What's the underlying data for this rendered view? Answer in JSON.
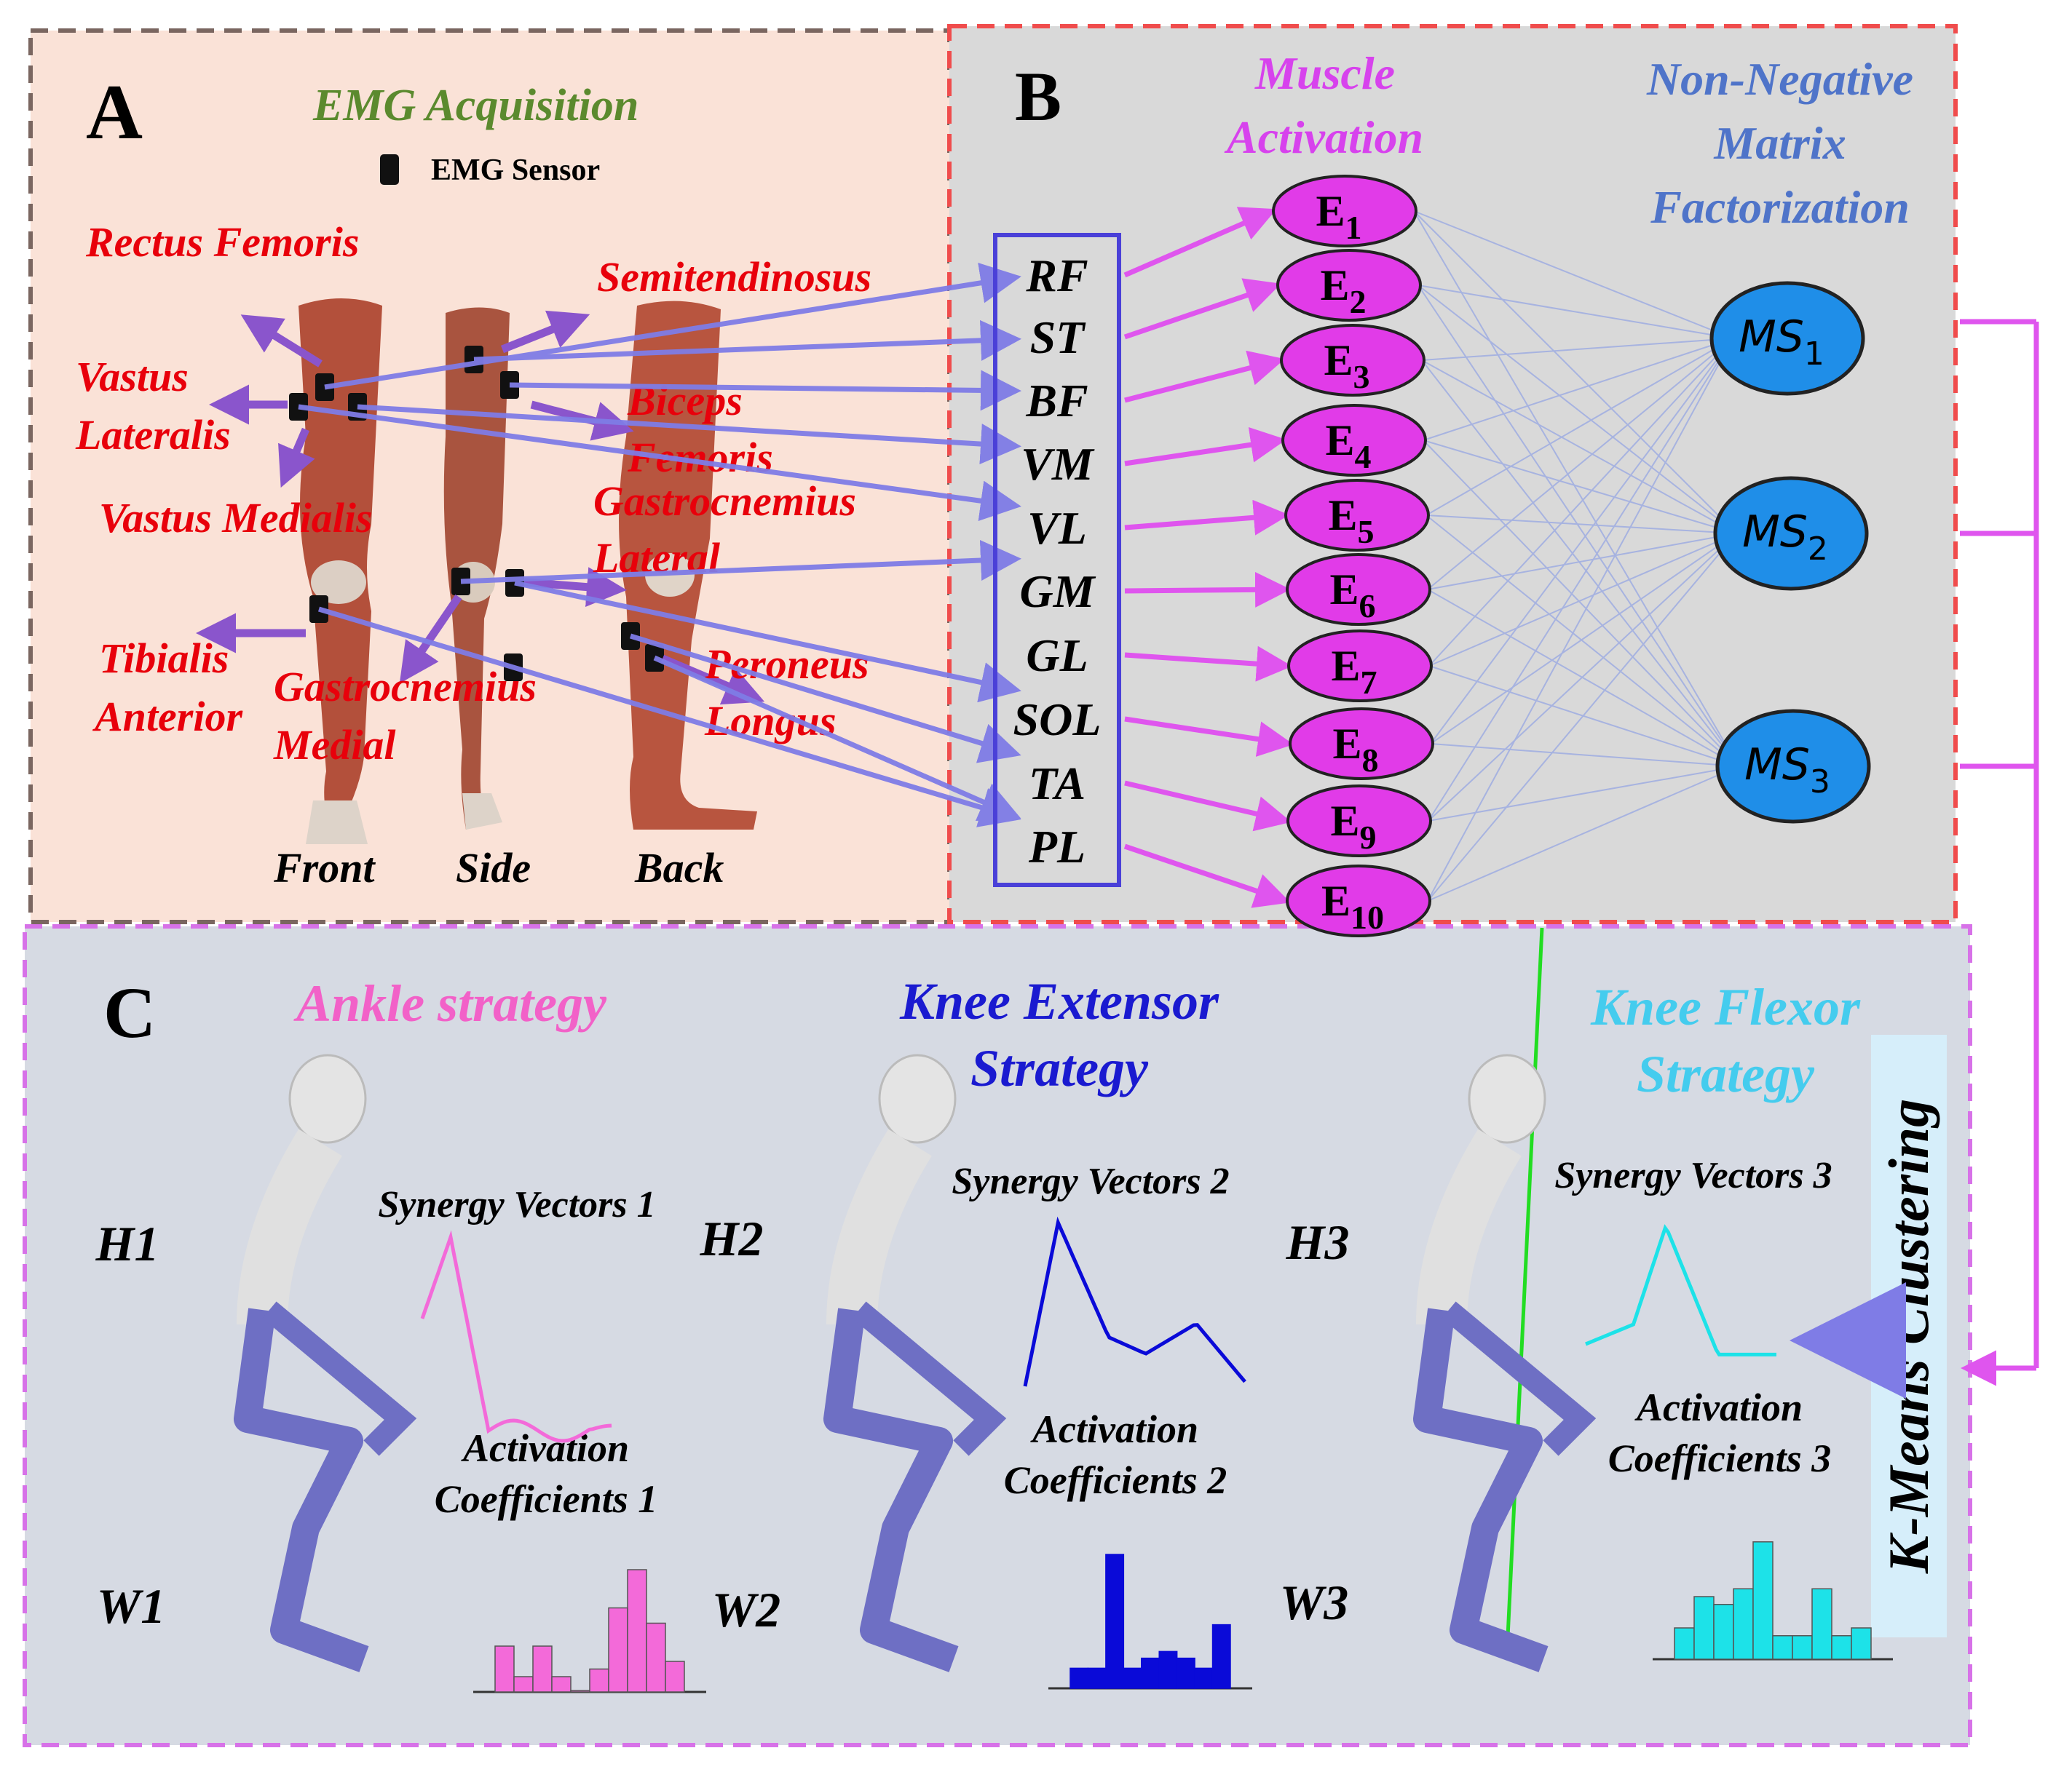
{
  "panel_a": {
    "letter": "A",
    "title": "EMG Acquisition",
    "sensor_legend": "EMG Sensor",
    "views": [
      "Front",
      "Side",
      "Back"
    ],
    "muscle_labels": [
      [
        "Rectus Femoris"
      ],
      [
        "Vastus",
        "Lateralis"
      ],
      [
        "Vastus Medialis"
      ],
      [
        "Tibialis",
        "Anterior"
      ],
      [
        "Gastrocnemius",
        "Medial"
      ],
      [
        "Semitendinosus"
      ],
      [
        "Biceps",
        "Femoris"
      ],
      [
        "Gastrocnemius",
        "Lateral"
      ],
      [
        "Peroneus",
        "Longus"
      ]
    ]
  },
  "panel_b": {
    "letter": "B",
    "activation_title": [
      "Muscle",
      "Activation"
    ],
    "nmf_title": [
      "Non-Negative",
      "Matrix",
      "Factorization"
    ],
    "muscles": [
      "RF",
      "ST",
      "BF",
      "VM",
      "VL",
      "GM",
      "GL",
      "SOL",
      "TA",
      "PL"
    ],
    "emg_nodes": [
      {
        "base": "E",
        "sub": "1"
      },
      {
        "base": "E",
        "sub": "2"
      },
      {
        "base": "E",
        "sub": "3"
      },
      {
        "base": "E",
        "sub": "4"
      },
      {
        "base": "E",
        "sub": "5"
      },
      {
        "base": "E",
        "sub": "6"
      },
      {
        "base": "E",
        "sub": "7"
      },
      {
        "base": "E",
        "sub": "8"
      },
      {
        "base": "E",
        "sub": "9"
      },
      {
        "base": "E",
        "sub": "10"
      }
    ],
    "synergy_nodes": [
      {
        "base": "MS",
        "sub": "1"
      },
      {
        "base": "MS",
        "sub": "2"
      },
      {
        "base": "MS",
        "sub": "3"
      }
    ]
  },
  "panel_c": {
    "letter": "C",
    "clustering_label": "K-Means Clustering",
    "strategies": [
      {
        "title": [
          "Ankle strategy"
        ],
        "h": "H1",
        "w": "W1",
        "vectors": "Synergy Vectors 1",
        "coeff": [
          "Activation",
          "Coefficients 1"
        ],
        "color": "#f36ad9",
        "title_color": "#f261c8",
        "hist": [
          0.3,
          0.1,
          0.3,
          0.1,
          0.0,
          0.15,
          0.55,
          0.8,
          0.45,
          0.2
        ]
      },
      {
        "title": [
          "Knee Extensor",
          "Strategy"
        ],
        "h": "H2",
        "w": "W2",
        "vectors": "Synergy Vectors 2",
        "coeff": [
          "Activation",
          "Coefficients 2"
        ],
        "color": "#0a0ad8",
        "title_color": "#1a1ad0",
        "hist": [
          0.12,
          0.12,
          0.8,
          0.12,
          0.18,
          0.22,
          0.18,
          0.12,
          0.38
        ]
      },
      {
        "title": [
          "Knee Flexor",
          "Strategy"
        ],
        "h": "H3",
        "w": "W3",
        "vectors": "Synergy Vectors 3",
        "coeff": [
          "Activation",
          "Coefficients 3"
        ],
        "color": "#1de2e8",
        "title_color": "#44ccee",
        "hist": [
          0.2,
          0.4,
          0.35,
          0.45,
          0.75,
          0.15,
          0.15,
          0.45,
          0.15,
          0.2
        ]
      }
    ]
  },
  "colors": {
    "panel_a_bg": "#fae2d7",
    "panel_b_bg": "#d9d9d9",
    "panel_c_bg": "#d6dae3",
    "activation_node": "#e13be8",
    "synergy_node": "#1f8ee8",
    "muscle_box": "#4a40d8",
    "arrow_blue": "#7f7ce6",
    "arrow_magenta": "#df55ee",
    "label_red": "#e8000b",
    "acq_title": "#5b8a2e",
    "clustering_box": "#d6eefa"
  }
}
